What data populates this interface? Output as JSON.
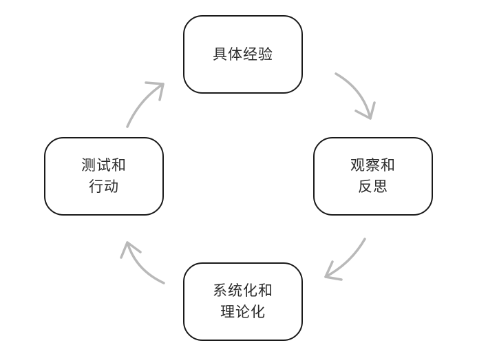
{
  "nodes": {
    "top": {
      "lines": [
        "具体经验"
      ]
    },
    "right": {
      "lines": [
        "观察和",
        "反思"
      ]
    },
    "bottom": {
      "lines": [
        "系统化和",
        "理论化"
      ]
    },
    "left": {
      "lines": [
        "测试和",
        "行动"
      ]
    }
  },
  "colors": {
    "node_border": "#1a1a1a",
    "node_text": "#2a2a2a",
    "arrow": "#b9b9b9",
    "background": "#ffffff"
  }
}
